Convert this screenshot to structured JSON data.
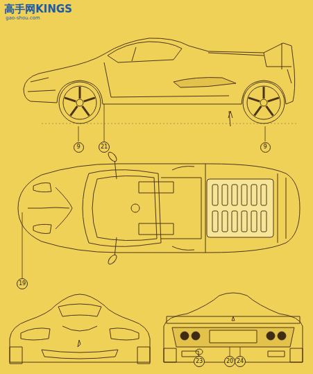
{
  "diagram": {
    "nodes": [
      {
        "text": [
          "9"
        ]
      },
      {
        "text": [
          "21"
        ]
      },
      {
        "text": [
          "9"
        ]
      },
      {
        "text": [
          "19"
        ]
      },
      {
        "text": [
          "23"
        ]
      },
      {
        "text": [
          "20"
        ]
      },
      {
        "text": [
          "24"
        ]
      }
    ],
    "labels": [
      "高手网KINGS",
      "gao-shou.com"
    ]
  }
}
